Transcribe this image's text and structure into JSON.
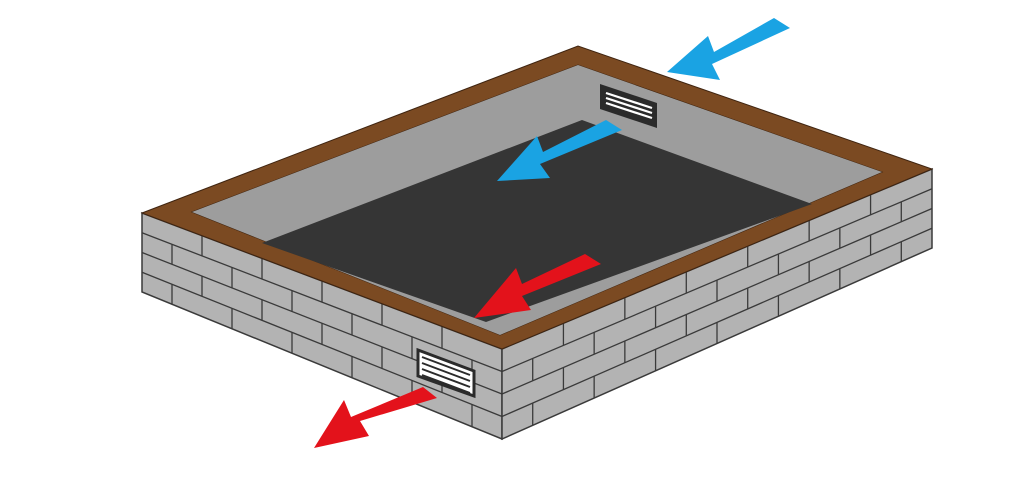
{
  "diagram": {
    "subject": "crawl-space-ventilation-airflow",
    "colors": {
      "background": "#ffffff",
      "brick": "#b3b3b3",
      "brick_mortar": "#3a3a3a",
      "wall_inner": "#9d9d9d",
      "sill_plate": "#7b4a22",
      "ground": "#353535",
      "vent_frame": "#2b2b2b",
      "vent_slat": "#ffffff",
      "intake_air": "#1aa3e3",
      "exhaust_air": "#e3121b"
    },
    "components": {
      "foundation": "brick-foundation-wall",
      "sill": "wooden-sill-plate",
      "floor": "dark-ground-floor",
      "vents": [
        "intake-vent",
        "exhaust-vent"
      ]
    },
    "airflow": [
      {
        "kind": "intake",
        "color_key": "intake_air",
        "role": "cool-air-entering"
      },
      {
        "kind": "intake",
        "color_key": "intake_air",
        "role": "air-moving-across-space"
      },
      {
        "kind": "exhaust",
        "color_key": "exhaust_air",
        "role": "warm-air-moving-across-space"
      },
      {
        "kind": "exhaust",
        "color_key": "exhaust_air",
        "role": "warm-air-leaving"
      }
    ]
  }
}
